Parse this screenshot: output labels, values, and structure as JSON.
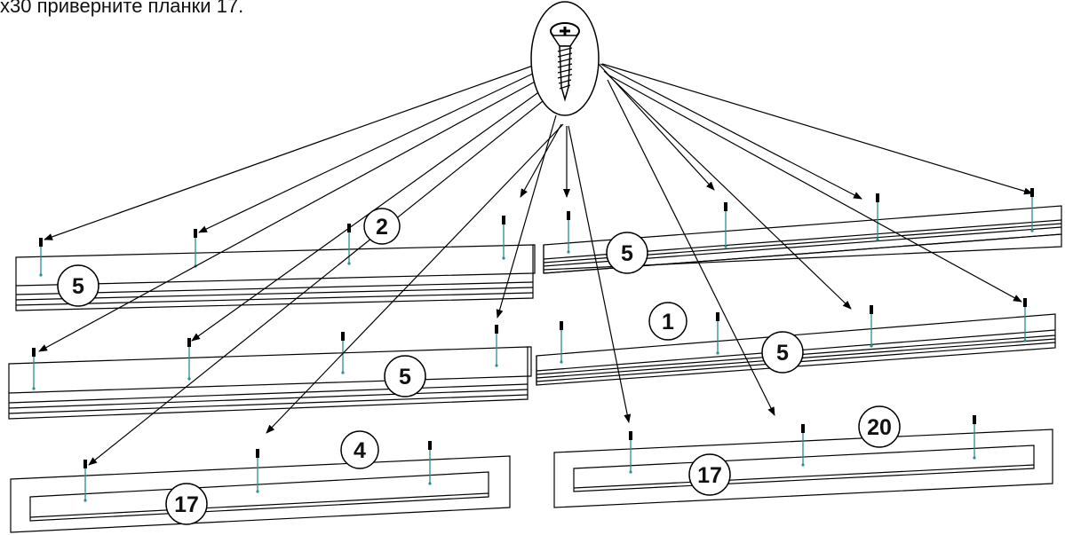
{
  "caption": "x30 приверните планки 17.",
  "labels": {
    "row1_left_part": "5",
    "row1_right_part": "5",
    "row1_assembly": "2",
    "row2_left_part": "5",
    "row2_right_part": "5",
    "row2_assembly": "1",
    "row3_left_assembly": "4",
    "row3_left_strip": "17",
    "row3_right_assembly": "20",
    "row3_right_strip": "17"
  },
  "icons": {
    "fastener": "screw-icon"
  }
}
